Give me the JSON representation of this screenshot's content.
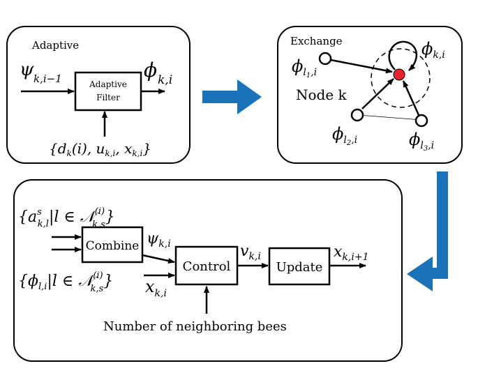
{
  "panels": {
    "adaptive": {
      "title": "Adaptive",
      "input_label": "ψ",
      "input_sub": "k,i−1",
      "output_label": "ϕ",
      "output_sub": "k,i",
      "filter_line1": "Adaptive",
      "filter_line2": "Filter",
      "data_label": "{d",
      "data_label_rest": "(i), u",
      "data_label_end": ", x",
      "data_label_close": "}",
      "data_sub_k": "k",
      "data_sub_ki": "k,i"
    },
    "exchange": {
      "title": "Exchange",
      "node_label": "Node k",
      "phi_ki": "ϕ",
      "phi_ki_sub": "k,i",
      "phi_l1": "ϕ",
      "phi_l1_sub": "l",
      "phi_l1_subsub": "1",
      "phi_l2": "ϕ",
      "phi_l2_sub": "l",
      "phi_l2_subsub": "2",
      "phi_l3": "ϕ",
      "phi_l3_sub": "l",
      "phi_l3_subsub": "3",
      "comma_i": ",i"
    },
    "bottom": {
      "combine_label": "Combine",
      "control_label": "Control",
      "update_label": "Update",
      "set_a_open": "{a",
      "set_a_sup": "s",
      "set_a_sub": "k,l",
      "set_a_mid": "|l ∈ ",
      "set_a_N": "𝒩",
      "set_a_Nsup": "(i)",
      "set_a_Nsub": "k,s",
      "set_a_close": "}",
      "set_phi_open": "{ϕ",
      "set_phi_sub": "l,i",
      "psi_label": "ψ",
      "psi_sub": "k,i",
      "x_label": "x",
      "x_sub": "k,i",
      "v_label": "v",
      "v_sub": "k,i",
      "xout_label": "x",
      "xout_sub": "k,i+1",
      "neighbors_label": "Number of neighboring bees"
    }
  },
  "colors": {
    "arrow_blue": "#1a73b8",
    "node_red": "#e8232a"
  }
}
